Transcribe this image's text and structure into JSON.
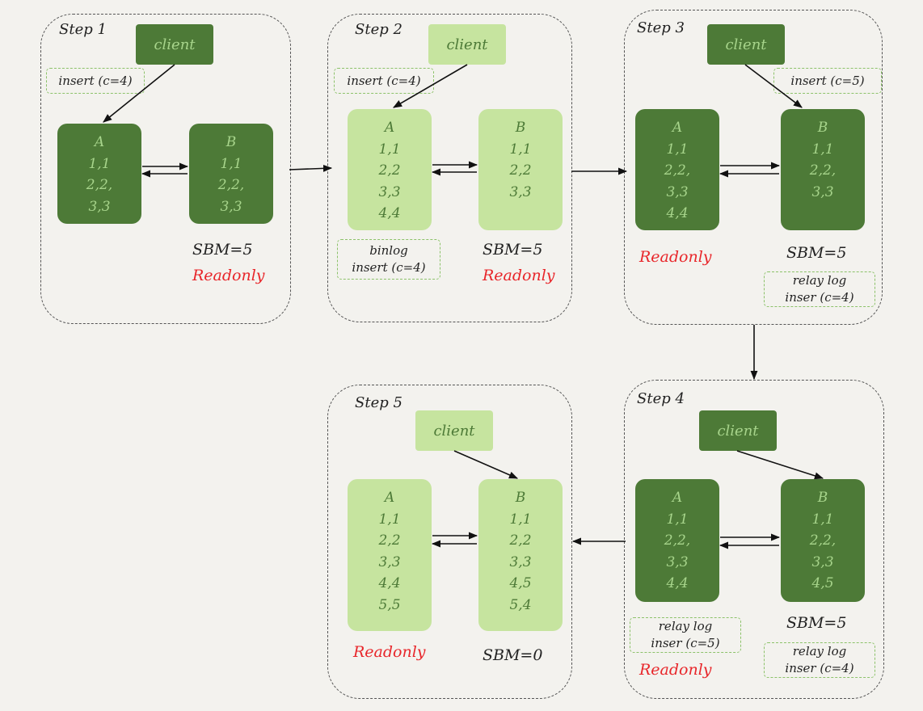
{
  "colors": {
    "dark": "#4d7a37",
    "light": "#c6e49f",
    "readonly": "#e8262a",
    "log_border": "#8cc26a"
  },
  "steps": [
    {
      "label": "Step 1",
      "client": "client",
      "log_top": "insert (c=4)",
      "a": {
        "name": "A",
        "rows": [
          "1,1",
          "2,2,",
          "3,3"
        ]
      },
      "b": {
        "name": "B",
        "rows": [
          "1,1",
          "2,2,",
          "3,3"
        ]
      },
      "sbm": "SBM=5",
      "readonly": "Readonly"
    },
    {
      "label": "Step 2",
      "client": "client",
      "log_top": "insert (c=4)",
      "a": {
        "name": "A",
        "rows": [
          "1,1",
          "2,2",
          "3,3",
          "4,4"
        ]
      },
      "b": {
        "name": "B",
        "rows": [
          "1,1",
          "2,2",
          "3,3"
        ]
      },
      "binlog": [
        "binlog",
        "insert (c=4)"
      ],
      "sbm": "SBM=5",
      "readonly": "Readonly"
    },
    {
      "label": "Step 3",
      "client": "client",
      "log_top": "insert (c=5)",
      "a": {
        "name": "A",
        "rows": [
          "1,1",
          "2,2,",
          "3,3",
          "4,4"
        ]
      },
      "b": {
        "name": "B",
        "rows": [
          "1,1",
          "2,2,",
          "3,3"
        ]
      },
      "readonly": "Readonly",
      "sbm": "SBM=5",
      "relay_b": [
        "relay log",
        "inser (c=4)"
      ]
    },
    {
      "label": "Step 4",
      "client": "client",
      "a": {
        "name": "A",
        "rows": [
          "1,1",
          "2,2,",
          "3,3",
          "4,4"
        ]
      },
      "b": {
        "name": "B",
        "rows": [
          "1,1",
          "2,2,",
          "3,3",
          "4,5"
        ]
      },
      "relay_a": [
        "relay log",
        "inser (c=5)"
      ],
      "readonly": "Readonly",
      "sbm": "SBM=5",
      "relay_b": [
        "relay log",
        "inser (c=4)"
      ]
    },
    {
      "label": "Step 5",
      "client": "client",
      "a": {
        "name": "A",
        "rows": [
          "1,1",
          "2,2",
          "3,3",
          "4,4",
          "5,5"
        ]
      },
      "b": {
        "name": "B",
        "rows": [
          "1,1",
          "2,2",
          "3,3",
          "4,5",
          "5,4"
        ]
      },
      "readonly": "Readonly",
      "sbm": "SBM=0"
    }
  ]
}
